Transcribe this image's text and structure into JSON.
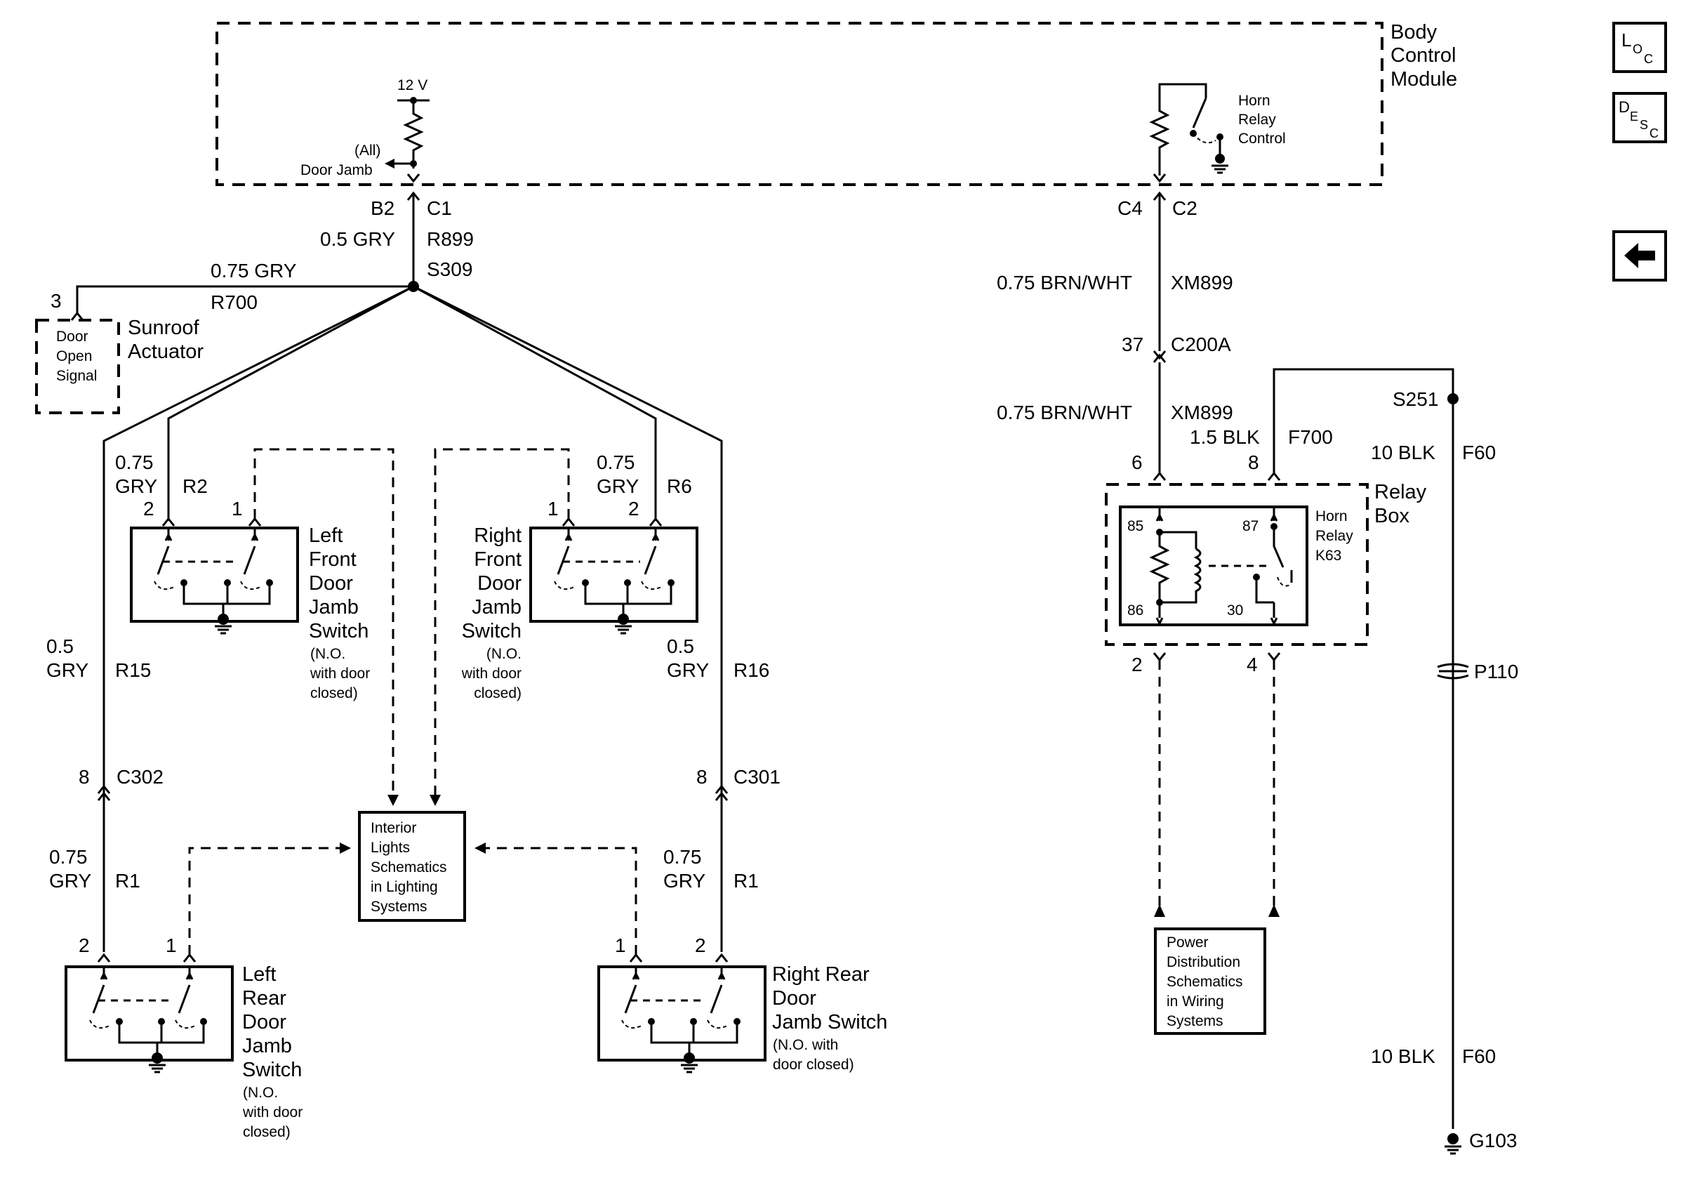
{
  "bcm": {
    "name_lines": [
      "Body",
      "Control",
      "Module"
    ],
    "voltage": "12 V",
    "door_jamb_all": "(All)",
    "door_jamb_label": "Door Jamb",
    "horn_relay_control_lines": [
      "Horn",
      "Relay",
      "Control"
    ],
    "conn_b2": "B2",
    "conn_c1": "C1",
    "conn_c4": "C4",
    "conn_c2": "C2"
  },
  "left_circuit": {
    "wire_main_color": "0.5 GRY",
    "wire_main_id": "R899",
    "splice": "S309",
    "sunroof_wire_color": "0.75 GRY",
    "sunroof_wire_id": "R700",
    "sunroof_pin": "3",
    "sunroof_signal_lines": [
      "Door",
      "Open",
      "Signal"
    ],
    "sunroof_name_lines": [
      "Sunroof",
      "Actuator"
    ]
  },
  "left_front_switch": {
    "wire_size": "0.75",
    "wire_color": "GRY",
    "wire_id": "R2",
    "pin_a": "2",
    "pin_b": "1",
    "name_lines": [
      "Left",
      "Front",
      "Door",
      "Jamb",
      "Switch"
    ],
    "note_lines": [
      "(N.O.",
      "with door",
      "closed)"
    ]
  },
  "right_front_switch": {
    "wire_size": "0.75",
    "wire_color": "GRY",
    "wire_id": "R6",
    "pin_a": "1",
    "pin_b": "2",
    "name_lines": [
      "Right",
      "Front",
      "Door",
      "Jamb",
      "Switch"
    ],
    "note_lines": [
      "(N.O.",
      "with door",
      "closed)"
    ]
  },
  "left_wire_r15": {
    "size": "0.5",
    "color": "GRY",
    "id": "R15",
    "pin": "8",
    "connector": "C302"
  },
  "right_wire_r16": {
    "size": "0.5",
    "color": "GRY",
    "id": "R16",
    "pin": "8",
    "connector": "C301"
  },
  "left_rear_switch": {
    "wire_size": "0.75",
    "wire_color": "GRY",
    "wire_id": "R1",
    "pin_a": "2",
    "pin_b": "1",
    "name_lines": [
      "Left",
      "Rear",
      "Door",
      "Jamb",
      "Switch"
    ],
    "note_lines": [
      "(N.O.",
      "with door",
      "closed)"
    ]
  },
  "right_rear_switch": {
    "wire_size": "0.75",
    "wire_color": "GRY",
    "wire_id": "R1",
    "pin_a": "1",
    "pin_b": "2",
    "name_lines": [
      "Right Rear",
      "Door",
      "Jamb Switch"
    ],
    "note_lines": [
      "(N.O. with",
      "door closed)"
    ]
  },
  "interior_lights_ref_lines": [
    "Interior",
    "Lights",
    "Schematics",
    "in Lighting",
    "Systems"
  ],
  "horn_circuit": {
    "wire1_color": "0.75 BRN/WHT",
    "wire1_id": "XM899",
    "conn_pin": "37",
    "conn_name": "C200A",
    "wire2_color": "0.75 BRN/WHT",
    "wire2_id": "XM899",
    "f700_color": "1.5 BLK",
    "f700_id": "F700",
    "splice": "S251",
    "f60_color": "10 BLK",
    "f60_id": "F60",
    "relay_pin_6": "6",
    "relay_pin_8": "8",
    "relay_box_lines": [
      "Relay",
      "Box"
    ],
    "horn_relay_lines": [
      "Horn",
      "Relay",
      "K63"
    ],
    "relay_terms": [
      "85",
      "87",
      "86",
      "30"
    ],
    "out_pin_2": "2",
    "out_pin_4": "4",
    "inline_conn": "P110",
    "f60b_color": "10 BLK",
    "f60b_id": "F60",
    "ground": "G103"
  },
  "power_dist_ref_lines": [
    "Power",
    "Distribution",
    "Schematics",
    "in Wiring",
    "Systems"
  ],
  "nav": {
    "loc_big": "L",
    "loc_small": "O",
    "loc_small2": "C",
    "desc_big": "D",
    "desc_small": "E",
    "desc_small2": "S",
    "desc_small3": "C",
    "back_icon": "arrow-left-icon"
  }
}
